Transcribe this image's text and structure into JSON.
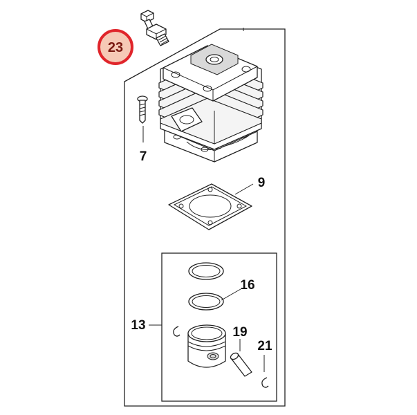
{
  "highlight": {
    "label": "23",
    "ring_color": "#e0252b",
    "fill_color": "#f6c9b6",
    "text_color": "#7a1a12"
  },
  "callouts": {
    "pin": "7",
    "gasket": "9",
    "piston_kit": "13",
    "ring": "16",
    "wrist_pin": "19",
    "circlip": "21"
  }
}
